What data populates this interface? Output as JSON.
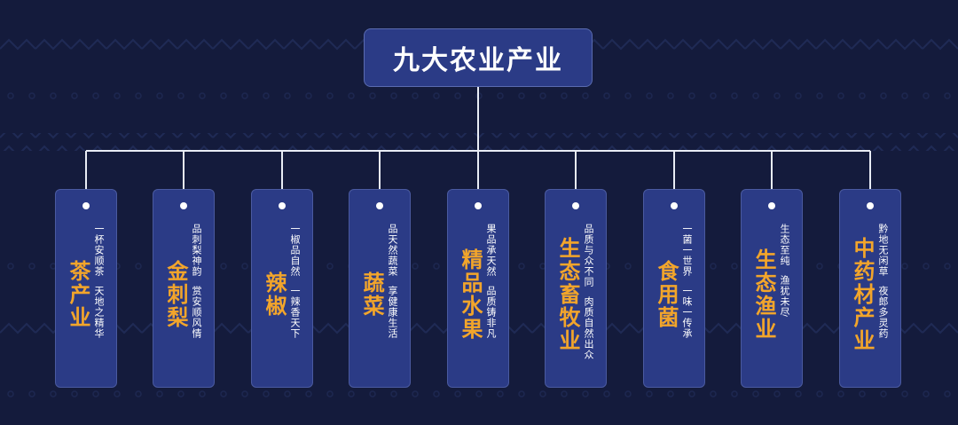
{
  "root": {
    "label": "九大农业产业"
  },
  "industries": [
    {
      "name": "茶产业",
      "line1": "一杯安顺茶",
      "line2": "天地之精华"
    },
    {
      "name": "金刺梨",
      "line1": "品刺梨神韵",
      "line2": "赏安顺风情"
    },
    {
      "name": "辣椒",
      "line1": "一椒品自然",
      "line2": "一辣香天下"
    },
    {
      "name": "蔬菜",
      "line1": "品天然蔬菜",
      "line2": "享健康生活"
    },
    {
      "name": "精品水果",
      "line1": "果品承天然",
      "line2": "品质铸非凡"
    },
    {
      "name": "生态畜牧业",
      "line1": "品质与众不同",
      "line2": "肉质自然出众"
    },
    {
      "name": "食用菌",
      "line1": "一菌一世界",
      "line2": "一味一传承"
    },
    {
      "name": "生态渔业",
      "line1": "生态至纯",
      "line2": "渔犹未尽"
    },
    {
      "name": "中药材产业",
      "line1": "黔地无闲草",
      "line2": "夜郎多灵药"
    }
  ],
  "colors": {
    "background": "#141b3c",
    "card": "#2b3b86",
    "title": "#f2a52b",
    "text": "#ffffff"
  }
}
